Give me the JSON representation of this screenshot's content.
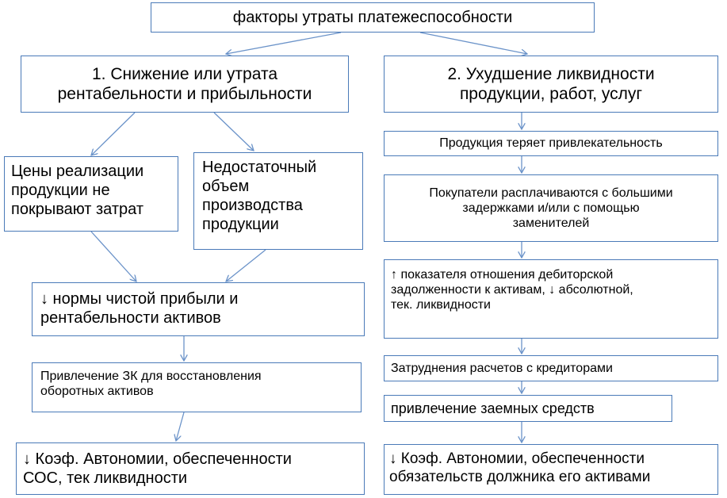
{
  "colors": {
    "border": "#4a7ab8",
    "arrow": "#6b93c9",
    "text": "#000000"
  },
  "root": "факторы утраты платежеспособности",
  "left": {
    "header_line1": "1. Снижение или утрата",
    "header_line2": "рентабельности и прибыльности",
    "branch_a": [
      "Цены реализации",
      "продукции не",
      "покрывают затрат"
    ],
    "branch_b": [
      "Недостаточный",
      "объем",
      "производства",
      "продукции"
    ],
    "merge": [
      "↓ нормы чистой прибыли и",
      "рентабельности активов"
    ],
    "step": [
      "Привлечение ЗК для восстановления",
      "оборотных активов"
    ],
    "result": [
      "↓ Коэф. Автономии, обеспеченности",
      "СОС, тек ликвидности"
    ]
  },
  "right": {
    "header_line1": "2. Ухудшение ликвидности",
    "header_line2": "продукции, работ, услуг",
    "steps": [
      [
        "Продукция теряет привлекательность"
      ],
      [
        "Покупатели расплачиваются с большими",
        "задержками и/или с помощью",
        "заменителей"
      ],
      [
        "↑ показателя отношения дебиторской",
        "задолженности к активам, ↓ абсолютной,",
        "тек. ликвидности"
      ],
      [
        "Затруднения расчетов с кредиторами"
      ],
      [
        "привлечение заемных средств"
      ]
    ],
    "result": [
      "↓ Коэф. Автономии, обеспеченности",
      "обязательств должника его активами"
    ]
  }
}
